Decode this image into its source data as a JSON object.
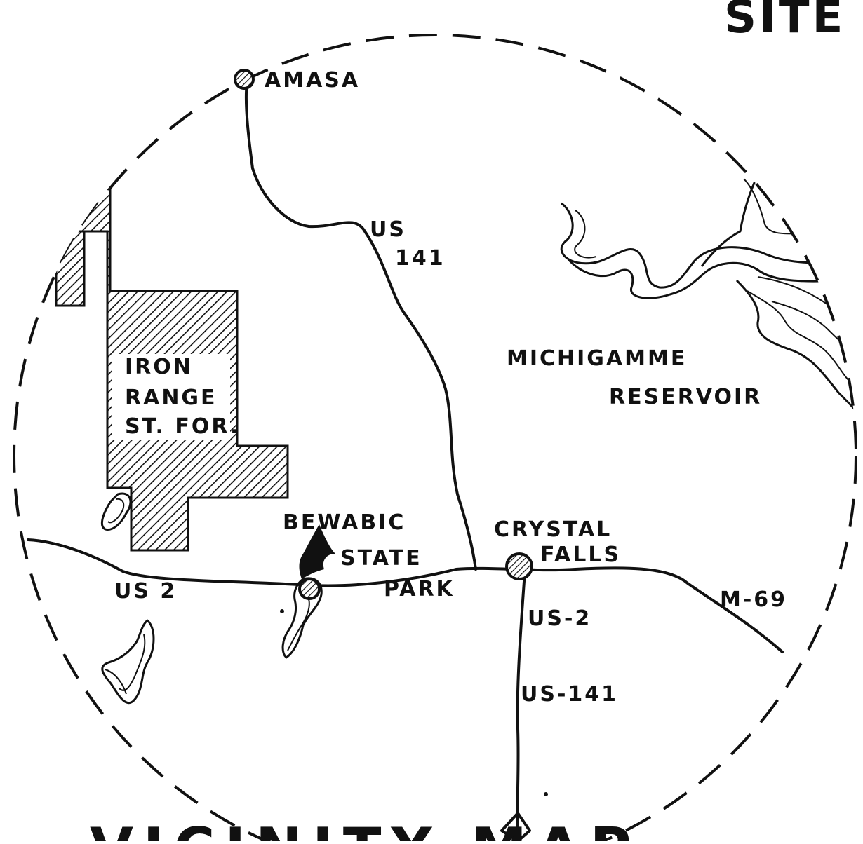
{
  "map": {
    "title": "SITE",
    "bottom_title": "VICINITY MAP",
    "colors": {
      "ink": "#111111",
      "paper": "#ffffff"
    },
    "labels": {
      "amasa": "AMASA",
      "us141_top": "US",
      "us141_top_num": "141",
      "iron_1": "IRON",
      "iron_2": "RANGE",
      "iron_3": "ST. FOR.",
      "michigamme": "MICHIGAMME",
      "reservoir": "RESERVOIR",
      "bewabic": "BEWABIC",
      "state": "STATE",
      "park": "PARK",
      "crystal": "CRYSTAL",
      "falls": "FALLS",
      "us2_left": "US 2",
      "us2_right": "US-2",
      "us141_bottom": "US-141",
      "m69": "M-69"
    },
    "towns": [
      "Amasa",
      "Bewabic State Park",
      "Crystal Falls"
    ],
    "icons": {
      "town_marker": "hatched-circle-icon",
      "forest_area": "hatched-polygon"
    }
  }
}
